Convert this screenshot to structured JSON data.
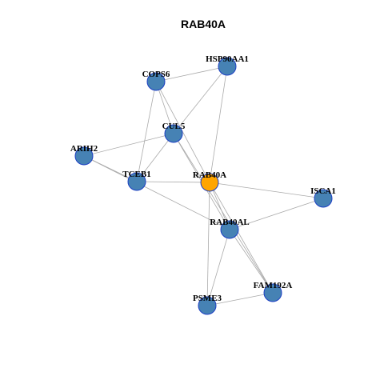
{
  "title": "RAB40A",
  "colors": {
    "node_default": "#4682b4",
    "node_highlight": "#ffa500",
    "node_border": "#1c3fc4",
    "edge": "#aaaaaa"
  },
  "nodes": [
    {
      "id": "HSP90AA1",
      "label": "HSP90AA1",
      "highlight": false
    },
    {
      "id": "COPS6",
      "label": "COPS6",
      "highlight": false
    },
    {
      "id": "CUL5",
      "label": "CUL5",
      "highlight": false
    },
    {
      "id": "ARIH2",
      "label": "ARIH2",
      "highlight": false
    },
    {
      "id": "TCEB1",
      "label": "TCEB1",
      "highlight": false
    },
    {
      "id": "RAB40A",
      "label": "RAB40A",
      "highlight": true
    },
    {
      "id": "ISCA1",
      "label": "ISCA1",
      "highlight": false
    },
    {
      "id": "RAB40AL",
      "label": "RAB40AL",
      "highlight": false
    },
    {
      "id": "FAM192A",
      "label": "FAM192A",
      "highlight": false
    },
    {
      "id": "PSME3",
      "label": "PSME3",
      "highlight": false
    }
  ],
  "edges": [
    [
      "COPS6",
      "HSP90AA1"
    ],
    [
      "HSP90AA1",
      "CUL5"
    ],
    [
      "HSP90AA1",
      "RAB40A"
    ],
    [
      "COPS6",
      "CUL5"
    ],
    [
      "COPS6",
      "TCEB1"
    ],
    [
      "COPS6",
      "RAB40A"
    ],
    [
      "CUL5",
      "ARIH2"
    ],
    [
      "CUL5",
      "TCEB1"
    ],
    [
      "CUL5",
      "RAB40AL"
    ],
    [
      "CUL5",
      "FAM192A"
    ],
    [
      "ARIH2",
      "TCEB1"
    ],
    [
      "ARIH2",
      "RAB40AL"
    ],
    [
      "TCEB1",
      "RAB40A"
    ],
    [
      "RAB40A",
      "ISCA1"
    ],
    [
      "RAB40A",
      "RAB40AL"
    ],
    [
      "RAB40A",
      "FAM192A"
    ],
    [
      "RAB40A",
      "PSME3"
    ],
    [
      "ISCA1",
      "RAB40AL"
    ],
    [
      "RAB40AL",
      "FAM192A"
    ],
    [
      "RAB40AL",
      "PSME3"
    ],
    [
      "PSME3",
      "FAM192A"
    ]
  ]
}
